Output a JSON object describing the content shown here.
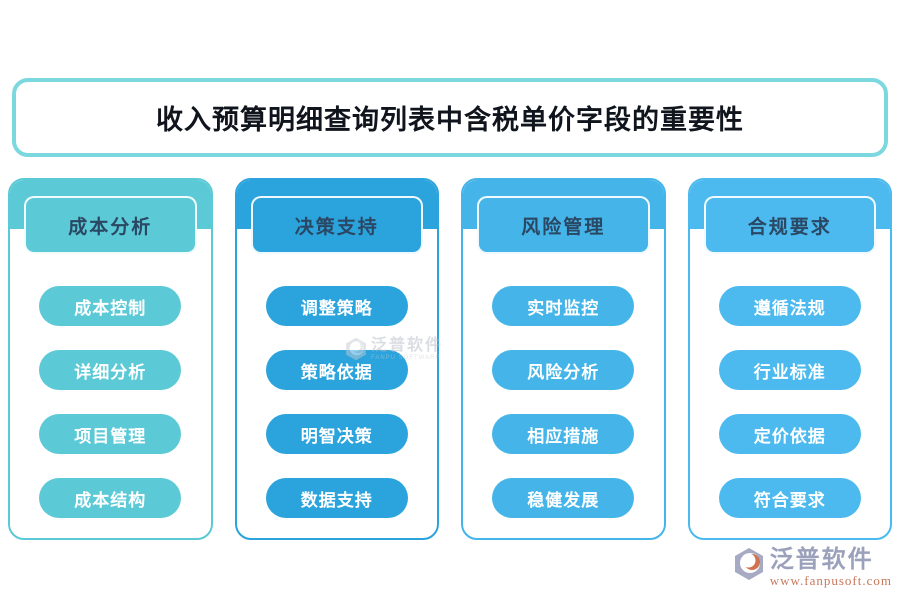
{
  "title": "收入预算明细查询列表中含税单价字段的重要性",
  "palette": {
    "title_border": "#7BD8DF",
    "title_text": "#10141C",
    "header_text": "#2A4763",
    "pill_text": "#FFFFFF",
    "column_colors": [
      "#5CCAD6",
      "#2BA3DC",
      "#45B5E9",
      "#4CBAEE"
    ],
    "logo_text_color": "#9CA1BB",
    "logo_url_color": "#C9775C",
    "logo_accent_orange": "#D2714E"
  },
  "columns": [
    {
      "header": "成本分析",
      "color": "#5CCAD6",
      "items": [
        "成本控制",
        "详细分析",
        "项目管理",
        "成本结构"
      ]
    },
    {
      "header": "决策支持",
      "color": "#2BA3DC",
      "items": [
        "调整策略",
        "策略依据",
        "明智决策",
        "数据支持"
      ]
    },
    {
      "header": "风险管理",
      "color": "#45B5E9",
      "items": [
        "实时监控",
        "风险分析",
        "相应措施",
        "稳健发展"
      ]
    },
    {
      "header": "合规要求",
      "color": "#4CBAEE",
      "items": [
        "遵循法规",
        "行业标准",
        "定价依据",
        "符合要求"
      ]
    }
  ],
  "watermark": {
    "text": "泛普软件",
    "subtext": "FANPU SOFTWARE"
  },
  "logo": {
    "name": "泛普软件",
    "url": "www.fanpusoft.com"
  }
}
